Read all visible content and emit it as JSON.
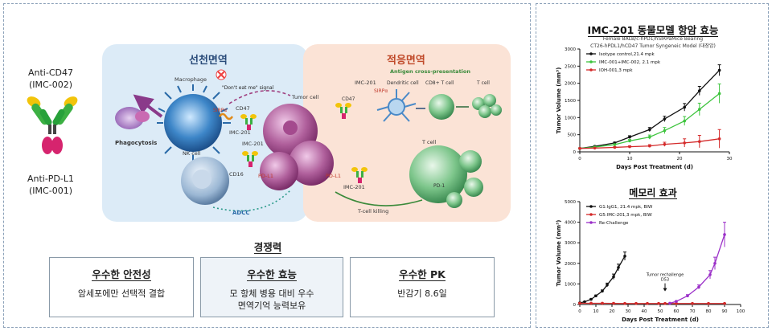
{
  "left": {
    "antibody_top": "Anti-CD47",
    "antibody_top_sub": "(IMC-002)",
    "antibody_bottom": "Anti-PD-L1",
    "antibody_bottom_sub": "(IMC-001)",
    "innate_title": "선천면역",
    "adaptive_title": "적응면역",
    "labels": {
      "macrophage": "Macrophage",
      "dont_eat": "\"Don't eat me\" signal",
      "tumor_cell": "Tumor cell",
      "sirpa": "SIRPα",
      "cd47": "CD47",
      "imc201": "IMC-201",
      "phagocytosis": "Phagocytosis",
      "nk_cell": "NK cell",
      "cd16": "CD16",
      "pdl1": "PD-L1",
      "adcc": "ADCC",
      "antigen": "Antigen cross-presentation",
      "dendritic": "Dendritic cell",
      "cd8": "CD8+ T cell",
      "tcell": "T cell",
      "tcell_killing": "T-cell killing",
      "pd1": "PD-1"
    },
    "competitiveness_title": "경쟁력",
    "boxes": [
      {
        "title": "우수한 안전성",
        "body1": "암세포에만 선택적 결합",
        "body2": ""
      },
      {
        "title": "우수한 효능",
        "body1": "모 항체 병용 대비 우수",
        "body2": "면역기억 능력보유"
      },
      {
        "title": "우수한 PK",
        "body1": "반감기 8.6일",
        "body2": ""
      }
    ]
  },
  "right": {
    "title1": "IMC-201 동물모델 항암 효능",
    "subtitle1a": "Female BALB/c-hPD1/hSIRPaMice Bearing",
    "subtitle1b": "CT26-hPDL1/hCD47 Tumor Syngeneic Model (대장암)",
    "title2": "메모리 효과",
    "annotation2a": "Tumor rechallenge",
    "annotation2b": "D53"
  },
  "chart_data": [
    {
      "type": "line",
      "xlabel": "Days Post Treatment (d)",
      "ylabel": "Tumor Volume (mm³)",
      "xlim": [
        0,
        30
      ],
      "ylim": [
        0,
        3000
      ],
      "xticks": [
        0,
        10,
        20,
        30
      ],
      "yticks": [
        0,
        500,
        1000,
        1500,
        2000,
        2500,
        3000
      ],
      "legend": "top-left",
      "series": [
        {
          "name": "Isotype control,21.4 mpk",
          "color": "#111111",
          "marker": "circle",
          "x": [
            0,
            3,
            7,
            10,
            14,
            17,
            21,
            24,
            28
          ],
          "y": [
            100,
            160,
            260,
            430,
            650,
            960,
            1300,
            1780,
            2380
          ],
          "err": [
            10,
            15,
            25,
            40,
            60,
            80,
            110,
            130,
            160
          ]
        },
        {
          "name": "IMC-001+IMC-002, 2.1 mpk",
          "color": "#3ec43e",
          "marker": "circle",
          "x": [
            0,
            3,
            7,
            10,
            14,
            17,
            21,
            24,
            28
          ],
          "y": [
            100,
            140,
            210,
            320,
            430,
            620,
            900,
            1240,
            1700
          ],
          "err": [
            10,
            15,
            25,
            40,
            60,
            90,
            130,
            180,
            280
          ]
        },
        {
          "name": "IOH-001,3 mpk",
          "color": "#d42a2a",
          "marker": "circle",
          "x": [
            0,
            3,
            7,
            10,
            14,
            17,
            21,
            24,
            28
          ],
          "y": [
            100,
            110,
            130,
            150,
            170,
            220,
            260,
            300,
            380
          ],
          "err": [
            10,
            12,
            20,
            25,
            40,
            60,
            120,
            180,
            270
          ]
        }
      ]
    },
    {
      "type": "line",
      "xlabel": "Days Post Treatment (d)",
      "ylabel": "Tumor Volume (mm³)",
      "xlim": [
        0,
        100
      ],
      "ylim": [
        0,
        5000
      ],
      "xticks": [
        0,
        10,
        20,
        30,
        40,
        50,
        60,
        70,
        80,
        90,
        100
      ],
      "yticks": [
        0,
        1000,
        2000,
        3000,
        4000,
        5000
      ],
      "legend": "top-left",
      "series": [
        {
          "name": "G1:IgG1, 21.4 mpk, BIW",
          "color": "#111111",
          "marker": "circle",
          "x": [
            0,
            3,
            7,
            10,
            14,
            17,
            21,
            24,
            28
          ],
          "y": [
            80,
            130,
            250,
            420,
            650,
            950,
            1350,
            1800,
            2350
          ],
          "err": [
            10,
            15,
            25,
            40,
            60,
            90,
            130,
            160,
            200
          ]
        },
        {
          "name": "G5:IMC-201,3 mpk, BIW",
          "color": "#d42a2a",
          "marker": "circle",
          "x": [
            0,
            7,
            14,
            21,
            28,
            35,
            42,
            49,
            53,
            60,
            70,
            80,
            90
          ],
          "y": [
            60,
            60,
            60,
            55,
            50,
            50,
            50,
            50,
            50,
            50,
            50,
            50,
            50
          ],
          "err": [
            15,
            15,
            15,
            15,
            10,
            10,
            10,
            10,
            10,
            10,
            10,
            10,
            10
          ]
        },
        {
          "name": "Re-Challenge",
          "color": "#9b30c8",
          "marker": "circle",
          "x": [
            56,
            60,
            67,
            74,
            81,
            84,
            90
          ],
          "y": [
            60,
            150,
            420,
            850,
            1450,
            2000,
            3400
          ],
          "err": [
            10,
            30,
            60,
            100,
            200,
            300,
            600
          ]
        }
      ]
    }
  ]
}
